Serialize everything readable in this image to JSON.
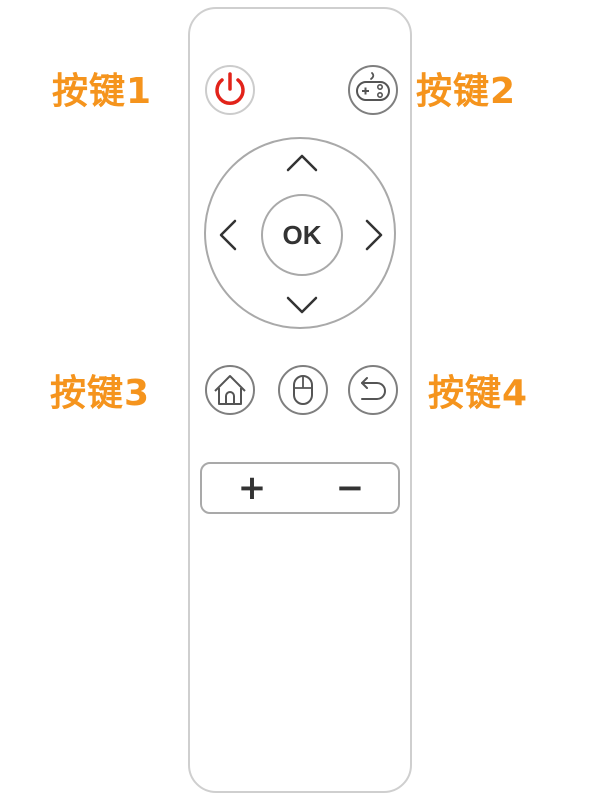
{
  "labels": {
    "key1": "按键1",
    "key2": "按键2",
    "key3": "按键3",
    "key4": "按键4"
  },
  "buttons": {
    "ok_label": "OK",
    "volume_up_symbol": "+",
    "volume_down_symbol": "−"
  },
  "icons": {
    "power": "power-icon",
    "gamepad": "gamepad-icon",
    "home": "home-icon",
    "mouse": "mouse-icon",
    "back": "back-arrow-icon",
    "up": "chevron-up-icon",
    "down": "chevron-down-icon",
    "left": "chevron-left-icon",
    "right": "chevron-right-icon"
  },
  "colors": {
    "label": "#f5941d",
    "power_icon": "#e2231a",
    "outline": "#7f7f7f",
    "remote_border": "#cfcfcf"
  }
}
